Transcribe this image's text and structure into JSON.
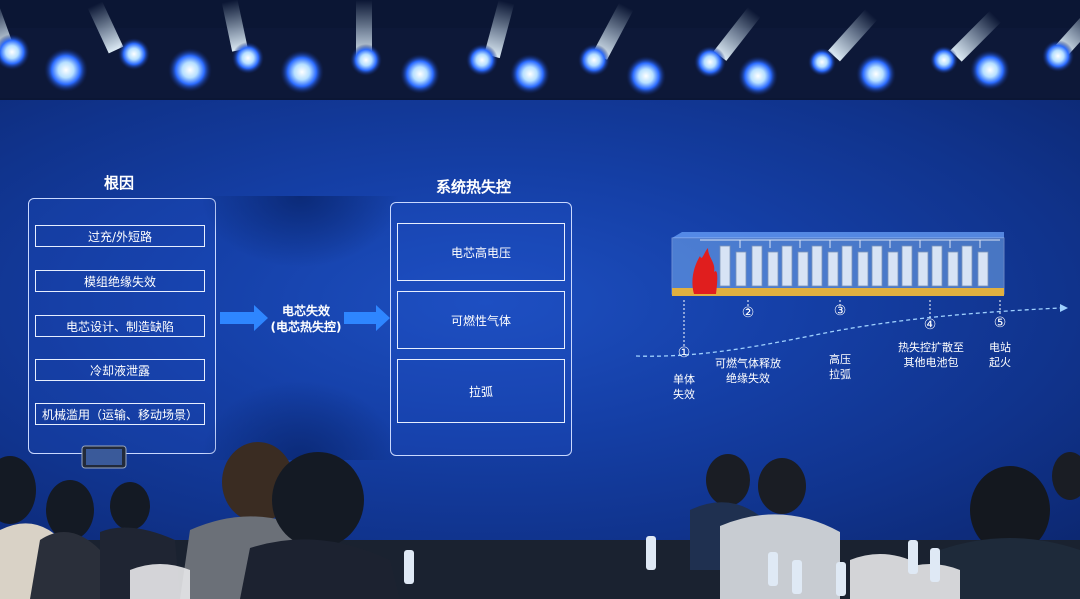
{
  "slide": {
    "root_cause": {
      "title": "根因",
      "items": [
        "过充/外短路",
        "模组绝缘失效",
        "电芯设计、制造缺陷",
        "冷却液泄露",
        "机械滥用（运输、移动场景）"
      ]
    },
    "middle_label": [
      "电芯失效",
      "(电芯热失控)"
    ],
    "system": {
      "title": "系统热失控",
      "items": [
        "电芯高电压",
        "可燃性气体",
        "拉弧"
      ]
    },
    "timeline": [
      {
        "num": "①",
        "label": [
          "单体",
          "失效"
        ]
      },
      {
        "num": "②",
        "label": [
          "可燃气体释放",
          "绝缘失效"
        ]
      },
      {
        "num": "③",
        "label": [
          "高压",
          "拉弧"
        ]
      },
      {
        "num": "④",
        "label": [
          "热失控扩散至",
          "其他电池包"
        ]
      },
      {
        "num": "⑤",
        "label": [
          "电站",
          "起火"
        ]
      }
    ]
  },
  "colors": {
    "screen": "#1540a8",
    "flame": "#e01e1e",
    "arrow": "#2e86ff",
    "text": "#ffffff"
  }
}
